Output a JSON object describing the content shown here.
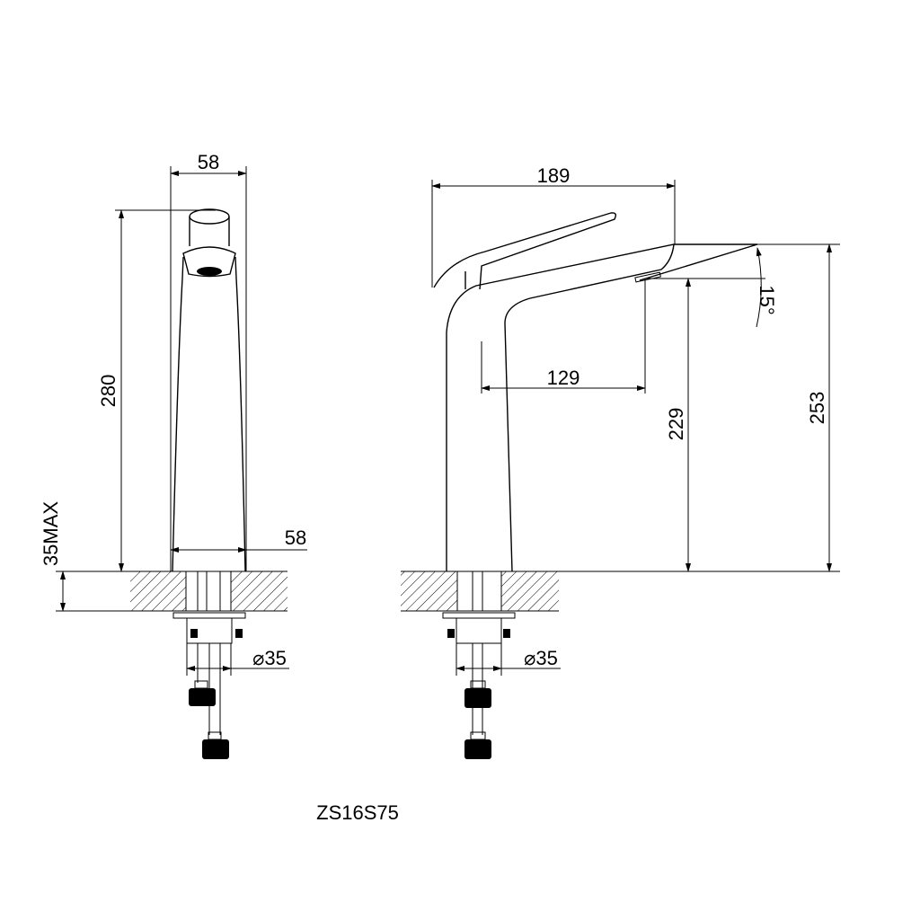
{
  "drawing": {
    "model_code": "ZS16S75",
    "front_view": {
      "dim_top_width": "58",
      "dim_height": "280",
      "dim_base_width": "58",
      "dim_counter_max": "35MAX",
      "dim_hole_diameter": "⌀35"
    },
    "side_view": {
      "dim_overall_length": "189",
      "dim_spout_reach": "129",
      "dim_outlet_height": "229",
      "dim_total_height": "253",
      "dim_angle": "15°",
      "dim_hole_diameter": "⌀35"
    },
    "colors": {
      "line": "#000000",
      "background": "#ffffff"
    }
  }
}
